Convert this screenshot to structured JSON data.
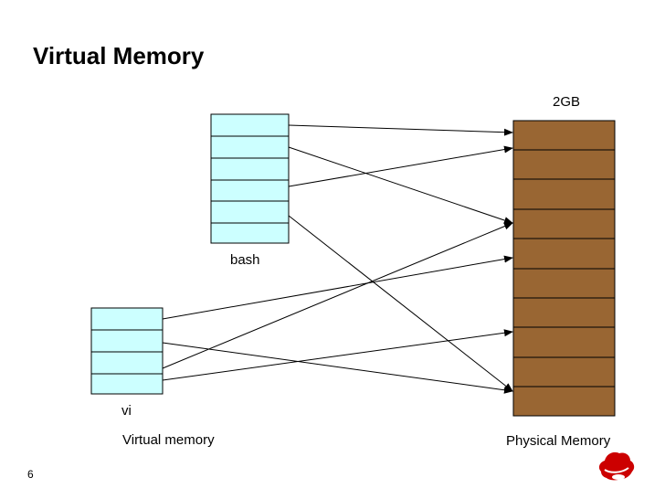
{
  "slide": {
    "title": "Virtual Memory",
    "page_number": "6"
  },
  "diagram": {
    "bash_label": "bash",
    "vi_label": "vi",
    "virtual_memory_label": "Virtual memory",
    "physical_memory_label": "Physical Memory",
    "physical_top_label": "2GB",
    "colors": {
      "virtual_page_fill": "#ccffff",
      "physical_page_fill": "#996633",
      "outline": "#000000",
      "logo_red": "#cc0000"
    },
    "bash_pages": 6,
    "vi_pages": 4,
    "physical_pages": 10
  }
}
